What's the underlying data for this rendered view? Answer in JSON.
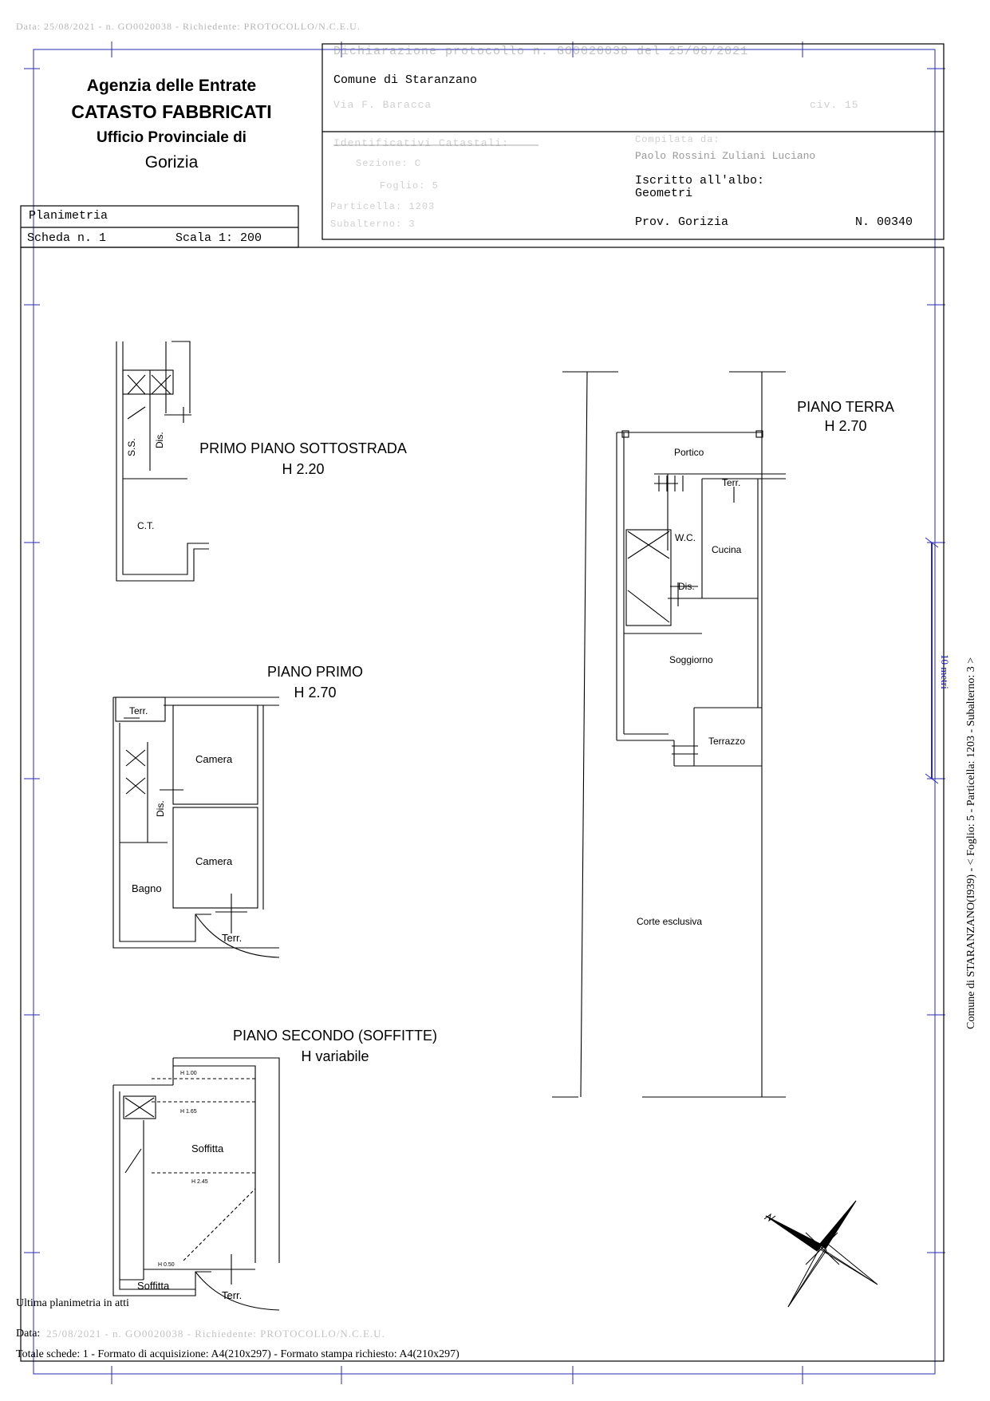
{
  "header_text": "Data: 25/08/2021 - n. GO0020038 - Richiedente: PROTOCOLLO/N.C.E.U.",
  "office": {
    "agency": "Agenzia delle Entrate",
    "registry": "CATASTO FABBRICATI",
    "office_label": "Ufficio Provinciale di",
    "province": "Gorizia"
  },
  "header_box": {
    "protocol_line": "Dichiarazione protocollo n. GO0020038 del 25/08/2021",
    "municipality": "Comune di Staranzano",
    "address_line": "Via F. Baracca",
    "civic": "civ. 15",
    "cadastral_title": "Identificativi Catastali:",
    "sezione": "Sezione: C",
    "foglio": "Foglio: 5",
    "particella": "Particella: 1203",
    "subalterno": "Subalterno: 3",
    "compiled_by": "Compilata da:",
    "professional": "Paolo Rossini Zuliani Luciano",
    "albo_label": "Iscritto all'albo:",
    "albo_value": "Geometri",
    "prov": "Prov. Gorizia",
    "number": "N. 00340"
  },
  "sheet": {
    "title": "Planimetria",
    "scheda": "Scheda n. 1",
    "scale": "Scala 1: 200"
  },
  "floors": {
    "sottostrada_title": "PRIMO PIANO SOTTOSTRADA",
    "sottostrada_height": "H 2.20",
    "primo_title": "PIANO PRIMO",
    "primo_height": "H 2.70",
    "secondo_title": "PIANO SECONDO (SOFFITTE)",
    "secondo_height": "H variabile",
    "terra_title": "PIANO TERRA",
    "terra_height": "H 2.70"
  },
  "rooms": {
    "ss": "S.S.",
    "dis": "Dis.",
    "ct": "C.T.",
    "terr": "Terr.",
    "camera": "Camera",
    "bagno": "Bagno",
    "soffitta": "Soffitta",
    "portico": "Portico",
    "wc": "W.C.",
    "cucina": "Cucina",
    "soggiorno": "Soggiorno",
    "terrazzo": "Terrazzo",
    "corte": "Corte esclusiva",
    "h100": "H 1.00",
    "h165": "H 1.65",
    "h245": "H 2.45",
    "h50": "H 0.50"
  },
  "scale_bar": "10 metri",
  "side_text": "Comune di STARANZANO(I939) - < Foglio: 5 - Particella: 1203 - Subalterno: 3 >",
  "footer": {
    "last": "Ultima planimetria in atti",
    "data_label": "Data:",
    "data_value": "25/08/2021 - n. GO0020038 - Richiedente: PROTOCOLLO/N.C.E.U.",
    "totals": "Totale schede: 1 - Formato di acquisizione: A4(210x297)  - Formato stampa richiesto: A4(210x297)"
  }
}
